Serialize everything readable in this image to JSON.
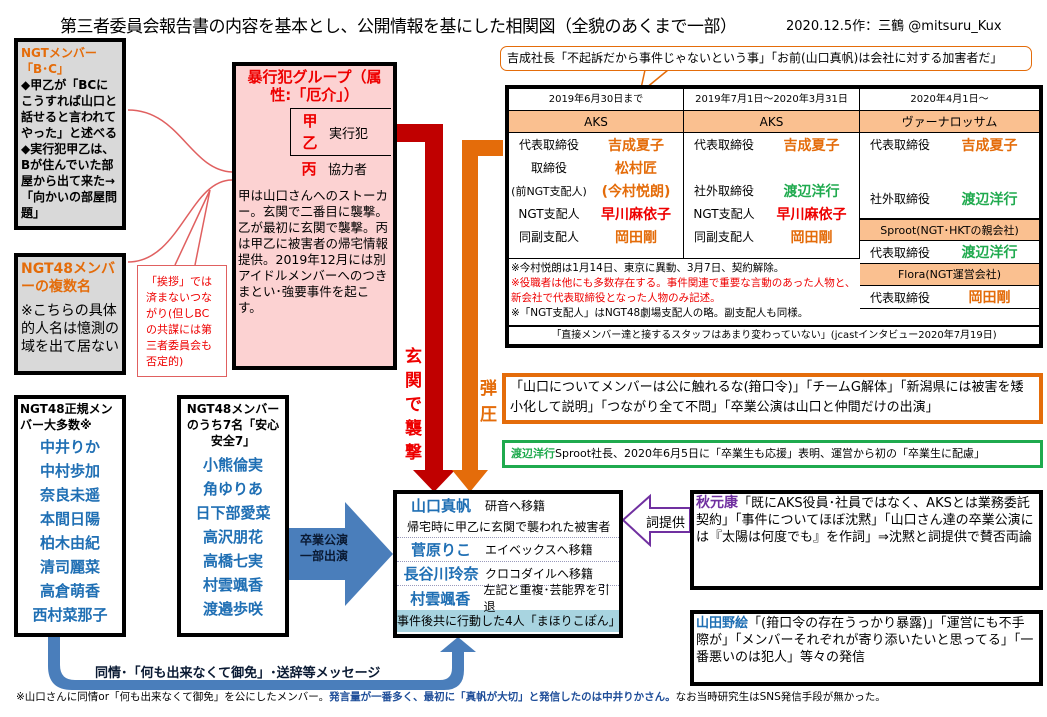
{
  "header": {
    "title": "第三者委員会報告書の内容を基本とし、公開情報を基にした相関図（全貌のあくまで一部）",
    "author": "2020.12.5作：三鶴 @mitsuru_Kux"
  },
  "bc_box": {
    "title": "NGTメンバー「B･C」",
    "body": "◆甲乙が「BCにこうすれば山口と話せると言われてやった」と述べる◆実行犯甲乙は、Bが住んでいた部屋から出て来た→「向かいの部屋問題」"
  },
  "multi_box": {
    "title": "NGT48メンバーの複数名",
    "body": "※こちらの具体的人名は憶測の域を出て居ない"
  },
  "greeting_callout": "「挨拶」では済まないつながり(但しBCの共謀には第三者委員会も否定的)",
  "perp_box": {
    "title": "暴行犯グループ（属性:「厄介」）",
    "members": [
      {
        "name": "甲"
      },
      {
        "name": "乙"
      },
      {
        "name": "丙"
      }
    ],
    "role_main": "実行犯",
    "role_helper": "協力者",
    "body": "甲は山口さんへのストーカー。玄関で二番目に襲撃。乙が最初に玄関で襲撃。丙は甲乙に被害者の帰宅情報提供。2019年12月には別アイドルメンバーへのつきまとい･強要事件を起こす。"
  },
  "arrows": {
    "attack": "玄関で襲撃",
    "suppress": "弾圧",
    "graduation": "卒業公演一部出演",
    "lyrics": "詞提供",
    "message": "同情･「何も出来なくて御免」･送辞等メッセージ"
  },
  "bubble": "吉成社長「不起訴だから事件じゃないという事」「お前(山口真帆)は会社に対する加害者だ」",
  "org_table": {
    "periods": [
      {
        "date": "2019年6月30日まで",
        "company": "AKS",
        "rows": [
          {
            "role": "代表取締役",
            "name": "吉成夏子",
            "color": "orange"
          },
          {
            "role": "取締役",
            "name": "松村匠",
            "color": "orange"
          },
          {
            "role": "(前NGT支配人)",
            "name": "(今村悦朗)",
            "color": "orange"
          },
          {
            "role": "NGT支配人",
            "name": "早川麻依子",
            "color": "orange"
          },
          {
            "role": "同副支配人",
            "name": "岡田剛",
            "color": "orange"
          }
        ]
      },
      {
        "date": "2019年7月1日～2020年3月31日",
        "company": "AKS",
        "rows": [
          {
            "role": "代表取締役",
            "name": "吉成夏子",
            "color": "orange"
          },
          {
            "role": "",
            "name": ""
          },
          {
            "role": "社外取締役",
            "name": "渡辺洋行",
            "color": "green"
          },
          {
            "role": "NGT支配人",
            "name": "早川麻依子",
            "color": "orange"
          },
          {
            "role": "同副支配人",
            "name": "岡田剛",
            "color": "orange"
          }
        ]
      },
      {
        "date": "2020年4月1日～",
        "company": "ヴァーナロッサム",
        "rows": [
          {
            "role": "代表取締役",
            "name": "吉成夏子",
            "color": "orange"
          },
          {
            "role": "",
            "name": ""
          },
          {
            "role": "社外取締役",
            "name": "渡辺洋行",
            "color": "green"
          }
        ]
      }
    ],
    "sproot": {
      "company": "Sproot(NGT･HKTの親会社)",
      "role": "代表取締役",
      "name": "渡辺洋行"
    },
    "flora": {
      "company": "Flora(NGT運営会社)",
      "role": "代表取締役",
      "name": "岡田剛"
    },
    "notes": [
      "※今村悦朗は1月14日、東京に異動、3月7日、契約解除。",
      "※役職者は他にも多数存在する。事件関連で重要な言動のあった人物と、新会社で代表取締役となった人物のみ記述。",
      "※「NGT支配人」はNGT48劇場支配人の略。副支配人も同様。"
    ],
    "quote": "「直接メンバー達と接するスタッフはあまり変わっていない」(jcastインタビュー2020年7月19日)"
  },
  "suppress_box": "「山口についてメンバーは公に触れるな(箝口令)」「チームG解体」「新潟県には被害を矮小化して説明」「つながり全て不問」「卒業公演は山口と仲間だけの出演」",
  "watanabe_box": {
    "name": "渡辺洋行",
    "text": "Sproot社長、2020年6月5日に「卒業生も応援」表明、運営から初の「卒業生に配慮」"
  },
  "members_major": {
    "title": "NGT48正規メンバー大多数※",
    "names": [
      "中井りか",
      "中村歩加",
      "奈良未遥",
      "本間日陽",
      "柏木由紀",
      "清司麗菜",
      "高倉萌香",
      "西村菜那子"
    ]
  },
  "members_seven": {
    "title": "NGT48メンバーのうち7名「安心安全7」",
    "names": [
      "小熊倫実",
      "角ゆりあ",
      "日下部愛菜",
      "高沢朋花",
      "高橋七実",
      "村雲颯香",
      "渡邉歩咲"
    ]
  },
  "victims": {
    "rows": [
      {
        "name": "山口真帆",
        "note": "研音へ移籍"
      },
      {
        "name": "菅原りこ",
        "note": "エイベックスへ移籍"
      },
      {
        "name": "長谷川玲奈",
        "note": "クロコダイルへ移籍"
      },
      {
        "name": "村雲颯香",
        "note": "左記と重複･芸能界を引退"
      }
    ],
    "victim_note": "帰宅時に甲乙に玄関で襲われた被害者",
    "footer": "事件後共に行動した4人「まほりこぽん」"
  },
  "akimoto": {
    "name": "秋元康",
    "text": "「既にAKS役員･社員ではなく、AKSとは業務委託契約」「事件についてほぼ沈黙」「山口さん達の卒業公演には『太陽は何度でも』を作詞」⇒沈黙と詞提供で賛否両論"
  },
  "yamada": {
    "name": "山田野絵",
    "text": "「(箝口令の存在うっかり暴露)」「運営にも不手際が」「メンバーそれぞれが寄り添いたいと思ってる」「一番悪いのは犯人」等々の発信"
  },
  "footnote": {
    "part1": "※山口さんに同情or「何も出来なくて御免」を公にしたメンバー。",
    "part2": "発言量が一番多く、最初に「真帆が大切」と発信したのは中井りかさん。",
    "part3": "なお当時研究生はSNS発信手段が無かった。"
  },
  "colors": {
    "orange": "#e46c0a",
    "red": "#c00000",
    "blue": "#4a7ebb",
    "green": "#1faa4e",
    "purple": "#7030a0",
    "table_header": "#fac090"
  }
}
